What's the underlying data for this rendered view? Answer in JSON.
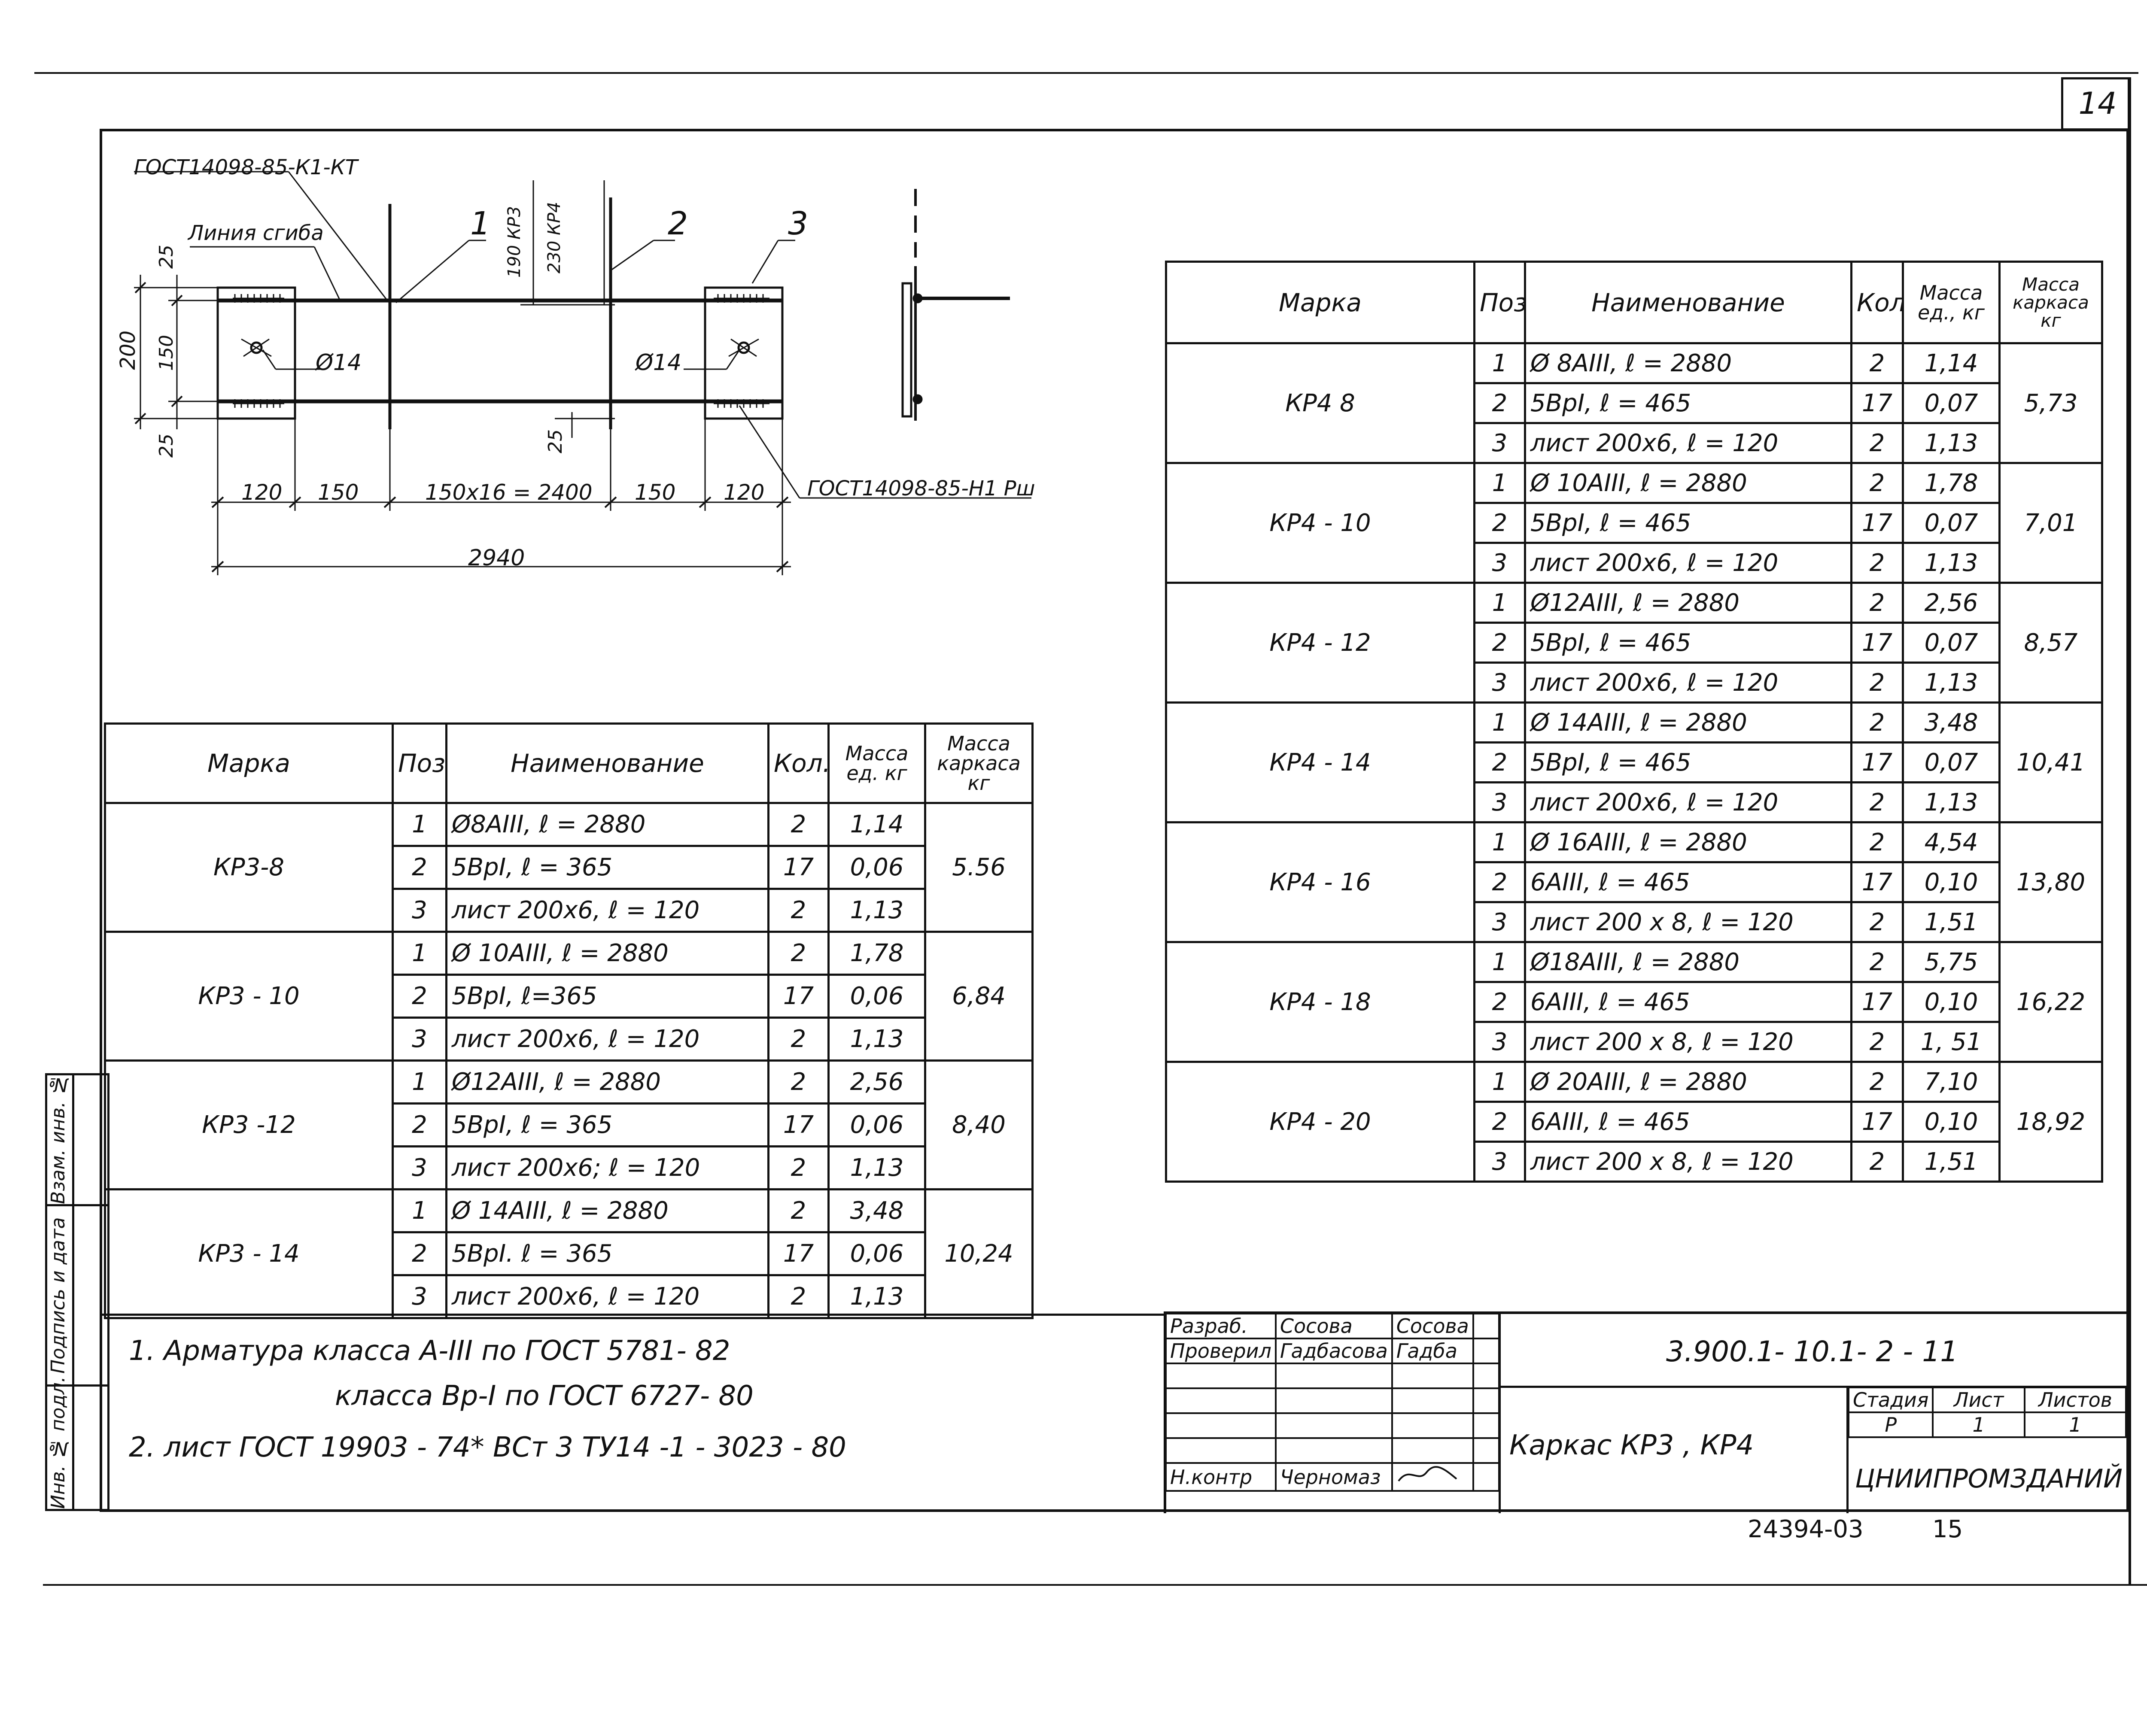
{
  "sheet": {
    "page_number": "14",
    "bottom_number": "15",
    "archive_code": "24394-03"
  },
  "drawing": {
    "gost_top": "ГОСТ14098-85-К1-КТ",
    "bend_line_label": "Линия сгиба",
    "gost_right": "ГОСТ14098-85-Н1 Рш",
    "pos1": "1",
    "pos2": "2",
    "pos3": "3",
    "diam_left": "Ø14",
    "diam_right": "Ø14",
    "dim_200": "200",
    "dim_150v": "150",
    "dim_25_top": "25",
    "dim_25_bottom": "25",
    "dim_25_mid": "25",
    "dim_190": "190 КР3",
    "dim_230": "230 КР4",
    "dim_120a": "120",
    "dim_150a": "150",
    "dim_main": "150х16 = 2400",
    "dim_150b": "150",
    "dim_120b": "120",
    "dim_total": "2940"
  },
  "table_left": {
    "headers": {
      "marka": "Марка",
      "pos": "Поз",
      "name": "Наименование",
      "qty": "Кол.",
      "mass_unit": "Масса ед. кг",
      "mass_frame": "Масса каркаса кг"
    },
    "groups": [
      {
        "marka": "КР3-8",
        "mass": "5.56",
        "rows": [
          {
            "pos": "1",
            "name": "Ø8АIII, ℓ = 2880",
            "qty": "2",
            "mu": "1,14"
          },
          {
            "pos": "2",
            "name": "5ВрI, ℓ = 365",
            "qty": "17",
            "mu": "0,06"
          },
          {
            "pos": "3",
            "name": "лист 200х6, ℓ = 120",
            "qty": "2",
            "mu": "1,13"
          }
        ]
      },
      {
        "marka": "КР3 - 10",
        "mass": "6,84",
        "rows": [
          {
            "pos": "1",
            "name": "Ø 10АIII, ℓ = 2880",
            "qty": "2",
            "mu": "1,78"
          },
          {
            "pos": "2",
            "name": "5ВрI, ℓ=365",
            "qty": "17",
            "mu": "0,06"
          },
          {
            "pos": "3",
            "name": "лист 200х6, ℓ = 120",
            "qty": "2",
            "mu": "1,13"
          }
        ]
      },
      {
        "marka": "КР3 -12",
        "mass": "8,40",
        "rows": [
          {
            "pos": "1",
            "name": "Ø12АIII, ℓ = 2880",
            "qty": "2",
            "mu": "2,56"
          },
          {
            "pos": "2",
            "name": "5ВрI, ℓ = 365",
            "qty": "17",
            "mu": "0,06"
          },
          {
            "pos": "3",
            "name": "лист 200х6; ℓ = 120",
            "qty": "2",
            "mu": "1,13"
          }
        ]
      },
      {
        "marka": "КР3 - 14",
        "mass": "10,24",
        "rows": [
          {
            "pos": "1",
            "name": "Ø 14АIII, ℓ = 2880",
            "qty": "2",
            "mu": "3,48"
          },
          {
            "pos": "2",
            "name": "5ВрI. ℓ = 365",
            "qty": "17",
            "mu": "0,06"
          },
          {
            "pos": "3",
            "name": "лист 200х6, ℓ = 120",
            "qty": "2",
            "mu": "1,13"
          }
        ]
      }
    ]
  },
  "table_right": {
    "headers": {
      "marka": "Марка",
      "pos": "Поз",
      "name": "Наименование",
      "qty": "Кол",
      "mass_unit": "Масса ед., кг",
      "mass_frame": "Масса каркаса кг"
    },
    "groups": [
      {
        "marka": "КР4  8",
        "mass": "5,73",
        "rows": [
          {
            "pos": "1",
            "name": "Ø 8АIII, ℓ = 2880",
            "qty": "2",
            "mu": "1,14"
          },
          {
            "pos": "2",
            "name": "5ВрI, ℓ = 465",
            "qty": "17",
            "mu": "0,07"
          },
          {
            "pos": "3",
            "name": "лист 200х6, ℓ = 120",
            "qty": "2",
            "mu": "1,13"
          }
        ]
      },
      {
        "marka": "КР4 - 10",
        "mass": "7,01",
        "rows": [
          {
            "pos": "1",
            "name": "Ø 10АIII, ℓ = 2880",
            "qty": "2",
            "mu": "1,78"
          },
          {
            "pos": "2",
            "name": "5ВрI, ℓ = 465",
            "qty": "17",
            "mu": "0,07"
          },
          {
            "pos": "3",
            "name": "лист 200х6, ℓ = 120",
            "qty": "2",
            "mu": "1,13"
          }
        ]
      },
      {
        "marka": "КР4 - 12",
        "mass": "8,57",
        "rows": [
          {
            "pos": "1",
            "name": "Ø12АIII, ℓ = 2880",
            "qty": "2",
            "mu": "2,56"
          },
          {
            "pos": "2",
            "name": "5ВрI, ℓ = 465",
            "qty": "17",
            "mu": "0,07"
          },
          {
            "pos": "3",
            "name": "лист 200х6, ℓ = 120",
            "qty": "2",
            "mu": "1,13"
          }
        ]
      },
      {
        "marka": "КР4 - 14",
        "mass": "10,41",
        "rows": [
          {
            "pos": "1",
            "name": "Ø 14АIII, ℓ = 2880",
            "qty": "2",
            "mu": "3,48"
          },
          {
            "pos": "2",
            "name": "5ВрI, ℓ = 465",
            "qty": "17",
            "mu": "0,07"
          },
          {
            "pos": "3",
            "name": "лист 200х6, ℓ = 120",
            "qty": "2",
            "mu": "1,13"
          }
        ]
      },
      {
        "marka": "КР4 - 16",
        "mass": "13,80",
        "rows": [
          {
            "pos": "1",
            "name": "Ø 16АIII, ℓ = 2880",
            "qty": "2",
            "mu": "4,54"
          },
          {
            "pos": "2",
            "name": "6АIII, ℓ = 465",
            "qty": "17",
            "mu": "0,10"
          },
          {
            "pos": "3",
            "name": "лист 200 х 8, ℓ = 120",
            "qty": "2",
            "mu": "1,51"
          }
        ]
      },
      {
        "marka": "КР4 - 18",
        "mass": "16,22",
        "rows": [
          {
            "pos": "1",
            "name": "Ø18АIII, ℓ = 2880",
            "qty": "2",
            "mu": "5,75"
          },
          {
            "pos": "2",
            "name": "6АIII, ℓ = 465",
            "qty": "17",
            "mu": "0,10"
          },
          {
            "pos": "3",
            "name": "лист 200 х 8, ℓ = 120",
            "qty": "2",
            "mu": "1, 51"
          }
        ]
      },
      {
        "marka": "КР4 - 20",
        "mass": "18,92",
        "rows": [
          {
            "pos": "1",
            "name": "Ø 20АIII, ℓ = 2880",
            "qty": "2",
            "mu": "7,10"
          },
          {
            "pos": "2",
            "name": "6АIII, ℓ = 465",
            "qty": "17",
            "mu": "0,10"
          },
          {
            "pos": "3",
            "name": "лист  200 х 8, ℓ = 120",
            "qty": "2",
            "mu": "1,51"
          }
        ]
      }
    ]
  },
  "notes": {
    "line1": "1. Арматура    класса  А-III  по   ГОСТ 5781- 82",
    "line2": "класса  Вр-I  по   ГОСТ 6727- 80",
    "line3": "2.  лист    ГОСТ 19903 - 74*   ВСт 3 ТУ14 -1 - 3023 - 80"
  },
  "side_stamp": {
    "inv": "Инв. № подл.",
    "sign": "Подпись и дата",
    "vzam": "Взам. инв. №"
  },
  "title_block": {
    "role1": "Разраб.",
    "name1": "Сосова",
    "sign1": "Сосова",
    "role2": "Проверил",
    "name2": "Гадбасова",
    "sign2": "Гадба",
    "role3": "Н.контр",
    "name3": "Черномаз",
    "code": "3.900.1- 10.1- 2 - 11",
    "title": "Каркас   КР3 ,  КР4",
    "stage_h": "Стадия",
    "sheet_h": "Лист",
    "sheets_h": "Листов",
    "stage": "Р",
    "sheet": "1",
    "sheets": "1",
    "org": "ЦНИИПРОМЗДАНИЙ"
  }
}
